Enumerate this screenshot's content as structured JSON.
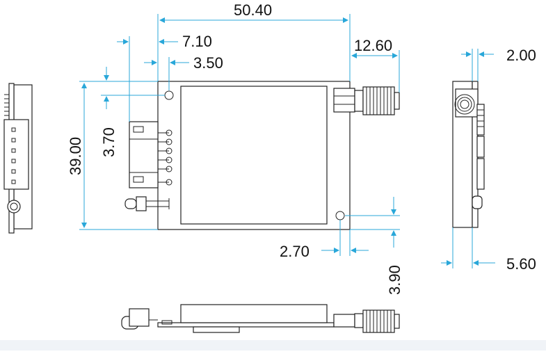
{
  "dimensions": {
    "width_total": "50.40",
    "left_offset": "7.10",
    "hole_offset": "3.50",
    "antenna_length": "12.60",
    "side_thickness": "2.00",
    "height_total": "39.00",
    "connector_offset": "3.70",
    "hole_x_offset": "2.70",
    "hole_y_offset": "3.90",
    "side_depth": "5.60"
  },
  "colors": {
    "dimension_line": "#29a7d9",
    "outline": "#222222",
    "background": "#ffffff",
    "footer_strip": "#f0f3f7"
  }
}
